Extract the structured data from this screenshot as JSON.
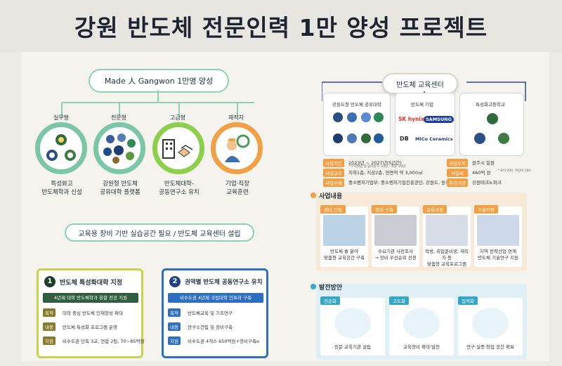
{
  "title": "강원 반도체 전문인력 1만 양성 프로젝트",
  "colors": {
    "green": "#7cc6a8",
    "blue": "#2d6fc4",
    "orange": "#f1a046",
    "yellow": "#e8cf2a",
    "teal": "#35a6c8"
  },
  "left": {
    "banner": "Made 人 Gangwon 1만명 양성",
    "categories": [
      {
        "label": "실무형",
        "desc": "특성화고\n반도체학과 신설",
        "color": "#7cc6a8",
        "icon": "school-logos-icon"
      },
      {
        "label": "전문형",
        "desc": "강원형 반도체\n공유대학 플랫폼",
        "color": "#7cc6a8",
        "icon": "university-logos-icon"
      },
      {
        "label": "고급형",
        "desc": "반도체대학-\n공동연구소 유치",
        "color": "#8ccf4a",
        "icon": "building-handshake-icon"
      },
      {
        "label": "재직자",
        "desc": "기업·직장\n교육훈련",
        "color": "#f1a046",
        "icon": "worker-gear-icon"
      }
    ],
    "bottom_banner": "교육용 장비 기반 실습공간 필요 / 반도체 교육센터 설립",
    "box1": {
      "num": "1",
      "title": "반도체 특성화대학 지정",
      "sub": "4년제 대학 반도체학과 융합 전공 지원",
      "rows": [
        [
          "목적",
          "대학 중심 반도체 인재양성 확대"
        ],
        [
          "내용",
          "반도체 특성화 프로그램 운영"
        ],
        [
          "지원",
          "비수도권 단독 3교, 연합 2팀, 70~85억원"
        ]
      ]
    },
    "box2": {
      "num": "2",
      "title": "권역별 반도체 공동연구소 유치",
      "sub": "비수도권 4년제 국립대학 인프라 구축",
      "rows": [
        [
          "목적",
          "반도체교육 및 기초연구"
        ],
        [
          "내용",
          "연구소건립 및 장비구축"
        ],
        [
          "지원",
          "비수도권 4개소 650억원+장비구축α"
        ]
      ]
    }
  },
  "right": {
    "center_title": "반도체 교육센터",
    "col1_title": "강원도형 반도체 공유대학",
    "col2_title": "반도체 기업",
    "col3_title": "특성화고등학교",
    "companies": [
      "SK hynix",
      "SAMSUNG",
      "DB",
      "MiCo Ceramics"
    ],
    "info_left": [
      [
        "사업기간",
        "2023년 ~ 2027년(5년간)",
        "* 부지매입 및 탐사용역 '23년 · 착공 '26년"
      ],
      [
        "사업규모",
        "지하1층, 지상2층, 연면적 약 3,000㎡",
        ""
      ],
      [
        "사업주체",
        "중소벤처기업부, 중소벤처기업진흥공단, 강원도, 원주시",
        ""
      ]
    ],
    "info_right": [
      [
        "사업부지",
        "원주시 일원",
        ""
      ],
      [
        "사업비",
        "460억 원",
        "* 국비 200, 지방비 260"
      ],
      [
        "추진기관",
        "강원테크노파크",
        ""
      ]
    ],
    "biz_title": "사업내용",
    "biz_cards": [
      {
        "tag": "센터 건립",
        "text": "반도체 솔 분야\n맞춤형 교육공간 구축"
      },
      {
        "tag": "장비 구축",
        "text": "수요기관 사전조사\n→ 장비 우선순위 선정"
      },
      {
        "tag": "교육과정",
        "text": "학생, 취업준비생, 재직자 등\n맞춤형 교육프로그램"
      },
      {
        "tag": "기술지원",
        "text": "지역 전략산업 연계\n반도체 기술연구 지원"
      }
    ],
    "dev_title": "발전방안",
    "dev_cards": [
      {
        "tag": "전문화",
        "text": "전문 교육기관 설립"
      },
      {
        "tag": "고도화",
        "text": "교육장비 확대·발전"
      },
      {
        "tag": "집적화",
        "text": "연구·실증·창업 공간 확보"
      }
    ]
  }
}
